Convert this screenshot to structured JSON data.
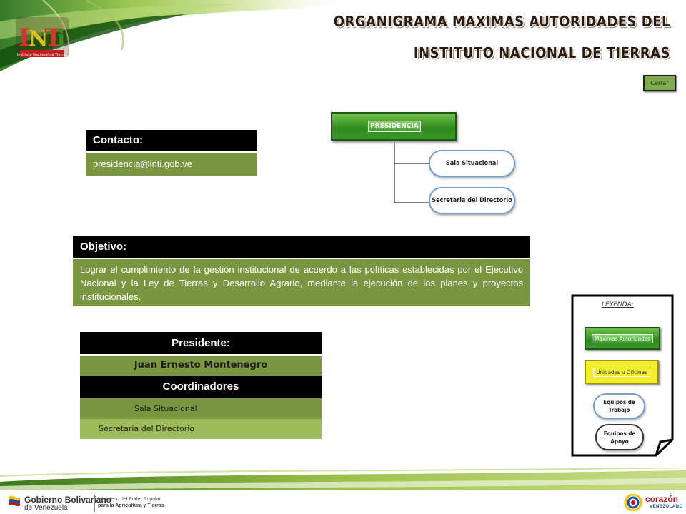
{
  "header": {
    "title_line1": "ORGANIGRAMA MAXIMAS AUTORIDADES DEL",
    "title_line2": "INSTITUTO NACIONAL DE TIERRAS",
    "logo_text": "INTi",
    "logo_caption": "Instituto Nacional de Tierras",
    "close_label": "Cerrar"
  },
  "org_chart": {
    "root": "PRESIDENCIA",
    "children": [
      "Sala Situacional",
      "Secretaria del Directorio"
    ]
  },
  "contact": {
    "heading": "Contacto:",
    "email": "presidencia@inti.gob.ve"
  },
  "objective": {
    "heading": "Objetivo:",
    "text": "Lograr el cumplimiento de la gestión institucional de acuerdo a las políticas establecidas por el Ejecutivo Nacional y la Ley de Tierras y Desarrollo Agrario, mediante la ejecución de los planes y proyectos institucionales."
  },
  "president": {
    "heading": "Presidente:",
    "name": "Juan Ernesto Montenegro"
  },
  "coordinators": {
    "heading": "Coordinadores",
    "items": [
      "Sala Situacional",
      "Secretaria del Directorio"
    ]
  },
  "legend": {
    "title": "LEYENDA:",
    "items": [
      "Máximas Autoridades",
      "Unidades u Oficinas",
      "Equipos de Trabajo",
      "Equipos de Apoyo"
    ]
  },
  "footer": {
    "gob_line1": "Gobierno Bolivariano",
    "gob_line2": "de Venezuela",
    "ministry_line1": "Ministerio del Poder Popular",
    "ministry_line2": "para la Agricultura y Tierras",
    "corazon": "corazón",
    "venezolano": "VENEZOLANO"
  },
  "colors": {
    "accent_green": "#7a9640",
    "header_black": "#000000",
    "legend_yellow": "#f5ee2a"
  }
}
